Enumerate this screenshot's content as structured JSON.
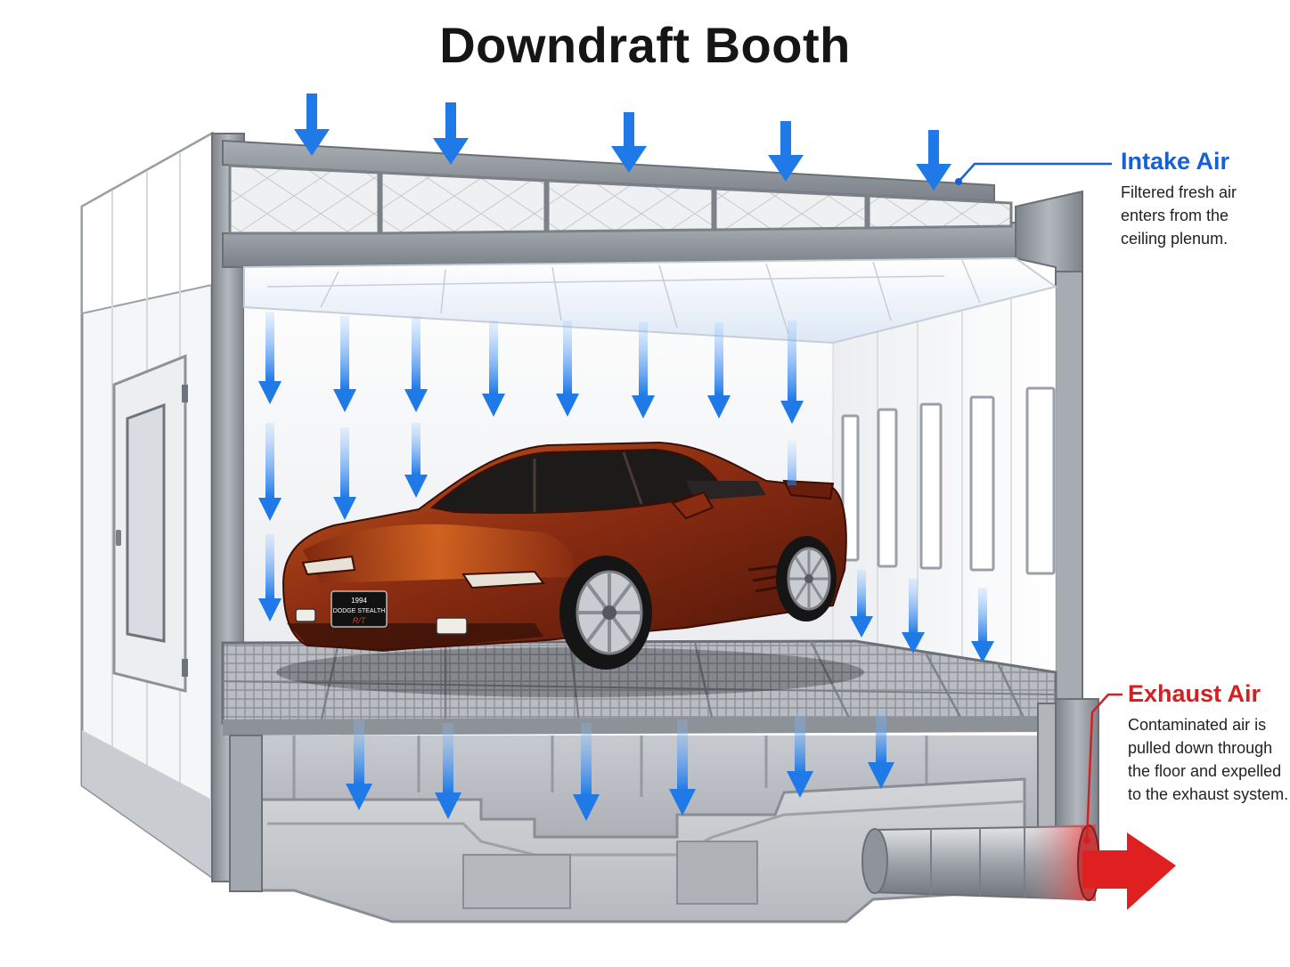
{
  "title": "Downdraft Booth",
  "callouts": {
    "intake": {
      "heading": "Intake Air",
      "text": "Filtered fresh air\nenters from the\nceiling plenum.",
      "color": "#1560d4"
    },
    "exhaust": {
      "heading": "Exhaust Air",
      "text": "Contaminated air is\npulled down through\nthe floor and expelled\nto the exhaust system.",
      "color": "#d42020"
    }
  },
  "car": {
    "plate_line1": "1994",
    "plate_line2": "DODGE STEALTH",
    "plate_line3": "R/T",
    "body_color": "#8a2c12"
  },
  "colors": {
    "airflow_arrow": "#1f7ae8",
    "exhaust_arrow": "#e02020",
    "frame": "#8d9299",
    "wall": "#f3f4f6"
  }
}
